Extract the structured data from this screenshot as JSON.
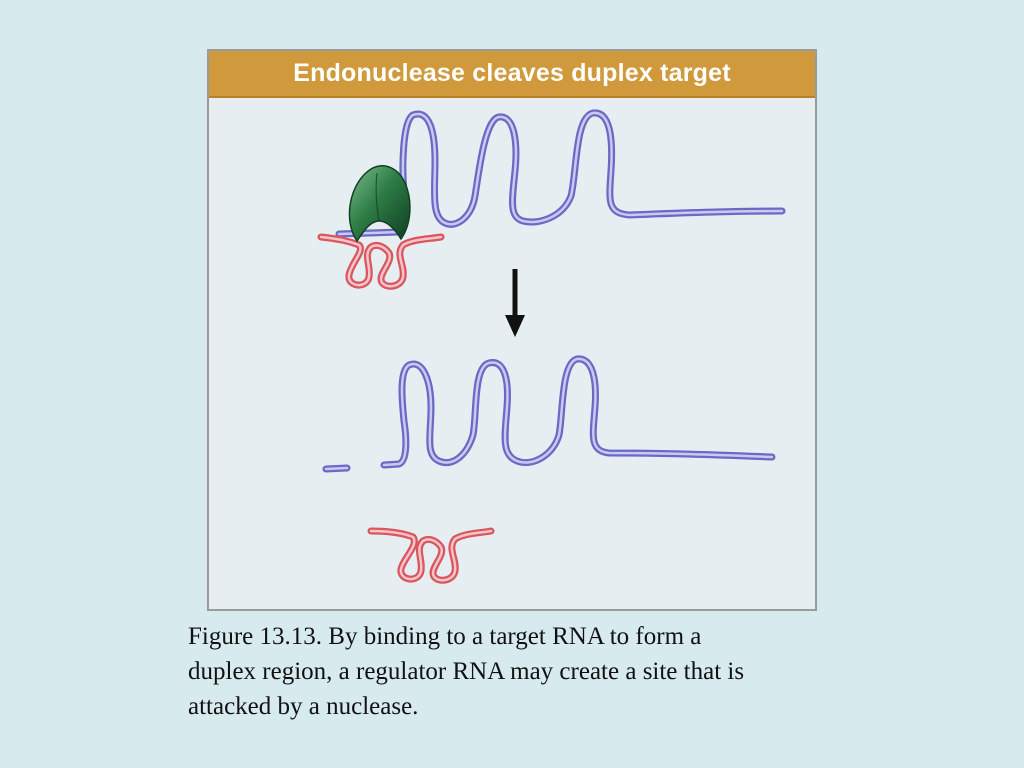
{
  "figure": {
    "header_title": "Endonuclease cleaves duplex target",
    "colors": {
      "header_background": "#d09a3c",
      "target_rna": "#8f8fd9",
      "regulator_rna": "#e8838a",
      "endonuclease": "#2e7d45",
      "arrow": "#111111"
    },
    "icons": [
      "endonuclease-enzyme",
      "reaction-arrow"
    ]
  },
  "caption": {
    "line1": "Figure 13.13.  By binding to a target RNA to form a",
    "line2": "duplex region, a regulator RNA may create a site that is",
    "line3": "attacked by a nuclease."
  }
}
